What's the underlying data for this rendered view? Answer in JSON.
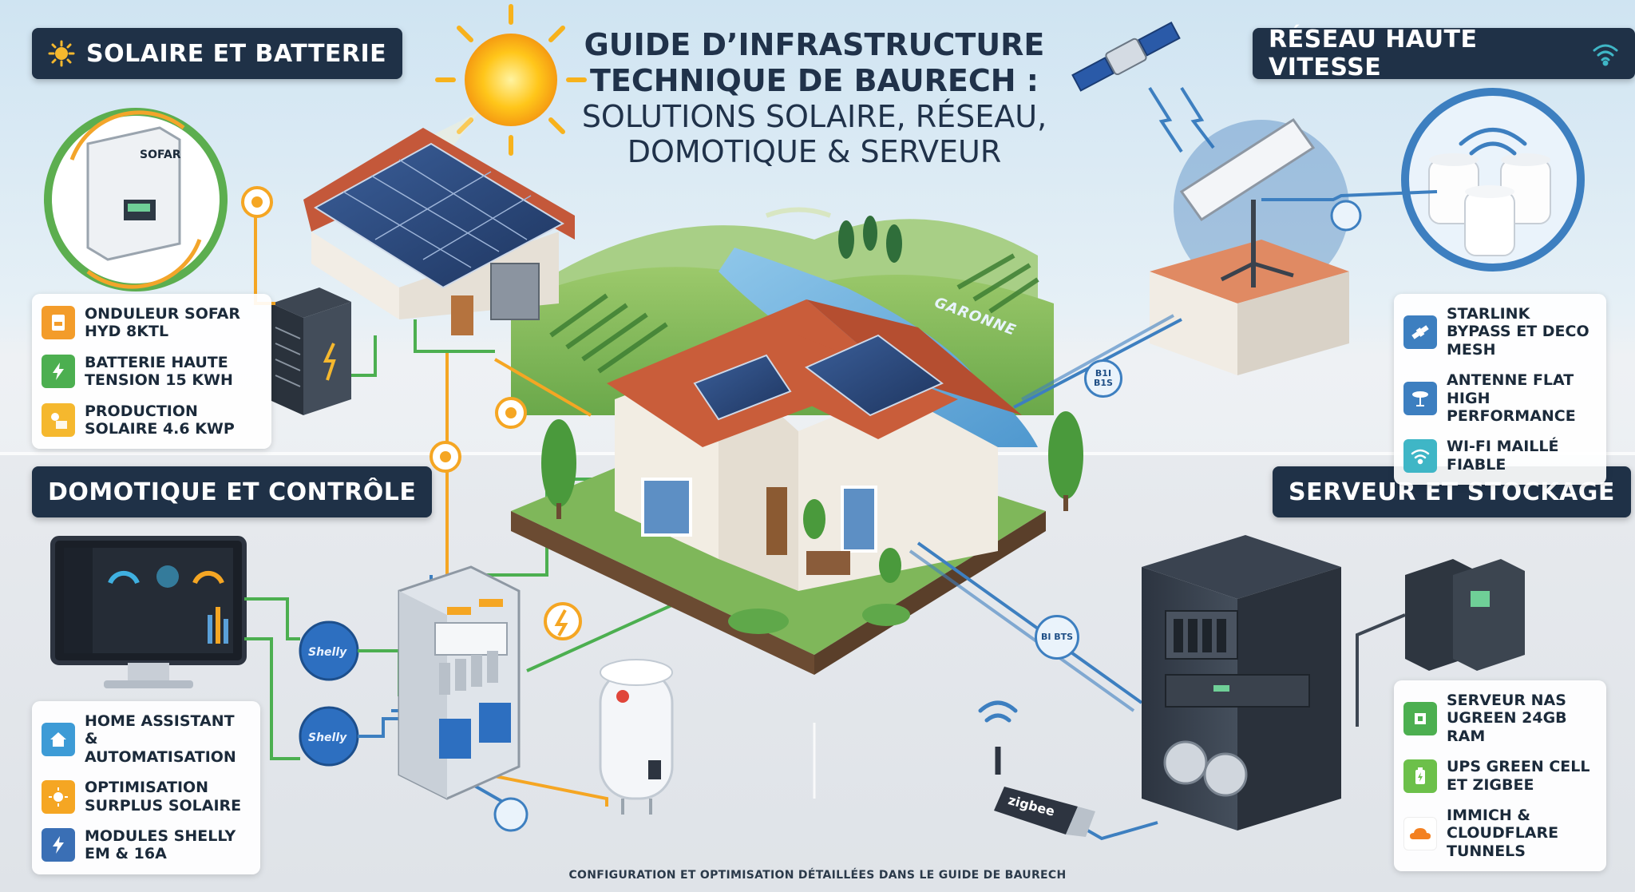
{
  "title": {
    "line1": "GUIDE D’INFRASTRUCTURE",
    "line2": "TECHNIQUE DE BAURECH :",
    "line3": "SOLUTIONS SOLAIRE, RÉSEAU,",
    "line4": "DOMOTIQUE & SERVEUR"
  },
  "sections": {
    "solar": "SOLAIRE ET BATTERIE",
    "network": "RÉSEAU HAUTE VITESSE",
    "home": "DOMOTIQUE ET CONTRÔLE",
    "server": "SERVEUR ET STOCKAGE"
  },
  "solar_items": [
    {
      "text": "ONDULEUR SOFAR HYD 8KTL",
      "icon": "inverter-icon",
      "color": "#f39c2a"
    },
    {
      "text": "BATTERIE HAUTE TENSION 15 kWh",
      "icon": "bolt-icon",
      "color": "#4caf50"
    },
    {
      "text": "PRODUCTION SOLAIRE 4.6 kWp",
      "icon": "sun-panel-icon",
      "color": "#f5b82e"
    }
  ],
  "network_items": [
    {
      "text": "STARLINK BYPASS ET DECO MESH",
      "icon": "satellite-icon",
      "color": "#3d7fc0"
    },
    {
      "text": "ANTENNE FLAT HIGH PERFORMANCE",
      "icon": "antenna-icon",
      "color": "#3d7fc0"
    },
    {
      "text": "WI-FI MAILLÉ FIABLE",
      "icon": "wifi-icon",
      "color": "#3fb6c6"
    }
  ],
  "home_items": [
    {
      "text": "HOME ASSISTANT & AUTOMATISATION",
      "icon": "home-icon",
      "color": "#3d9bd6"
    },
    {
      "text": "OPTIMISATION SURPLUS SOLAIRE",
      "icon": "sun-icon",
      "color": "#f5a623"
    },
    {
      "text": "MODULES SHELLY EM & 16A",
      "icon": "bolt-icon",
      "color": "#3a6fb5"
    }
  ],
  "server_items": [
    {
      "text": "SERVEUR NAS UGREEN 24GB RAM",
      "icon": "chip-icon",
      "color": "#4caf50"
    },
    {
      "text": "UPS GREEN CELL ET ZIGBEE",
      "icon": "battery-icon",
      "color": "#6cc04a"
    },
    {
      "text": "IMMICH & CLOUDFLARE TUNNELS",
      "icon": "cloud-icon",
      "color": "#f38020"
    }
  ],
  "labels": {
    "inverter_brand": "SOFAR",
    "river": "GARONNE",
    "zigbee": "zigbee",
    "shelly": "Shelly",
    "tag_network_1": "B1I B1S",
    "tag_network_2": "BI BTS",
    "footer": "CONFIGURATION ET OPTIMISATION DÉTAILLÉES DANS LE GUIDE DE BAURECH"
  },
  "colors": {
    "panel_dark": "#1f3147",
    "solar_orange": "#f5a623",
    "energy_green": "#4caf50",
    "data_blue": "#3d7fc0"
  }
}
